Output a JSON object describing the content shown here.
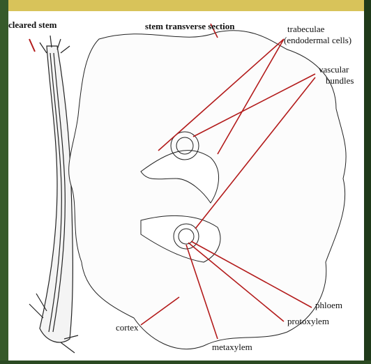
{
  "labels": {
    "cleared_stem": "cleared stem",
    "stem_section": "stem transverse section",
    "trabeculae": "trabeculae",
    "endodermal": "(endodermal cells)",
    "vascular": "vascular",
    "bundles": "bundles",
    "phloem": "phloem",
    "protoxylem": "protoxylem",
    "metaxylem": "metaxylem",
    "cortex": "cortex"
  },
  "colors": {
    "frame_green": "#365a2a",
    "frame_yellow": "#d8c35a",
    "leader_red": "#b31b1b",
    "ink": "#222222"
  }
}
